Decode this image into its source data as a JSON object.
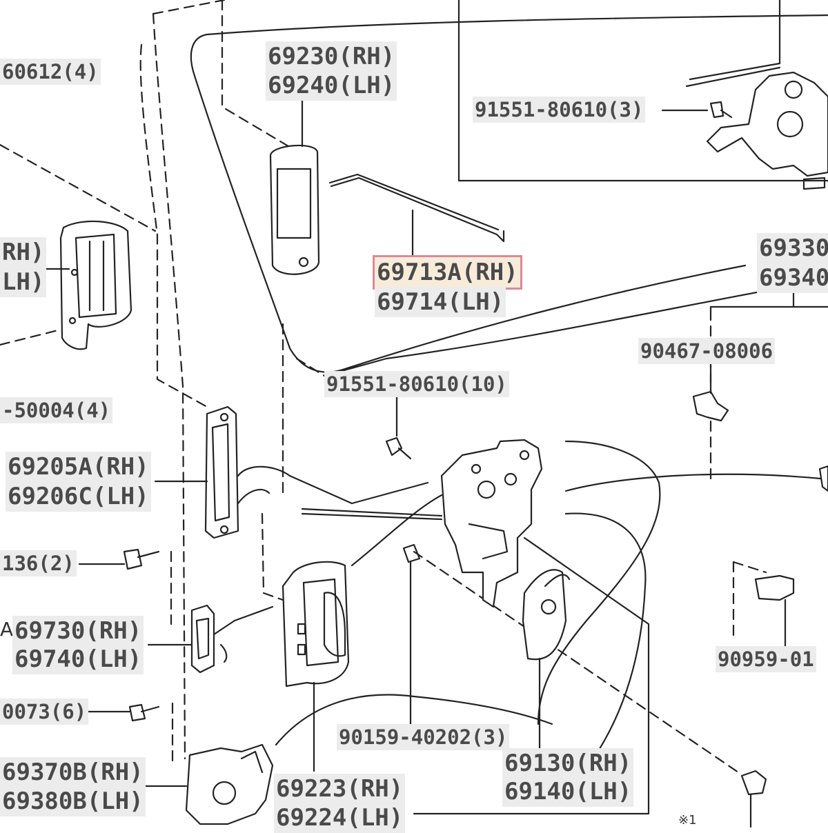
{
  "highlight_color": "#d98a98",
  "labels": {
    "p69230": "69230(RH)",
    "p69240": "69240(LH)",
    "p60612": "60612(4)",
    "p91551_3": "91551-80610(3)",
    "p69713a": "69713A(RH)",
    "p69714": "69714(LH)",
    "p69330": "69330",
    "p69340": "69340",
    "rh_partial": "RH)",
    "lh_partial": "LH)",
    "p90467": "90467-08006",
    "p91551_10": "91551-80610(10)",
    "p50004": "-50004(4)",
    "p69205a": "69205A(RH)",
    "p69206c": "69206C(LH)",
    "p136": "136(2)",
    "p69730": "69730(RH)",
    "p69740": "69740(LH)",
    "p90959": "90959-01",
    "p0073": "0073(6)",
    "p90159": "90159-40202(3)",
    "p69130": "69130(RH)",
    "p69140": "69140(LH)",
    "p69370b": "69370B(RH)",
    "p69380b": "69380B(LH)",
    "p69223": "69223(RH)",
    "p69224": "69224(LH)",
    "mark_a": "A",
    "mark_note": "※1"
  }
}
